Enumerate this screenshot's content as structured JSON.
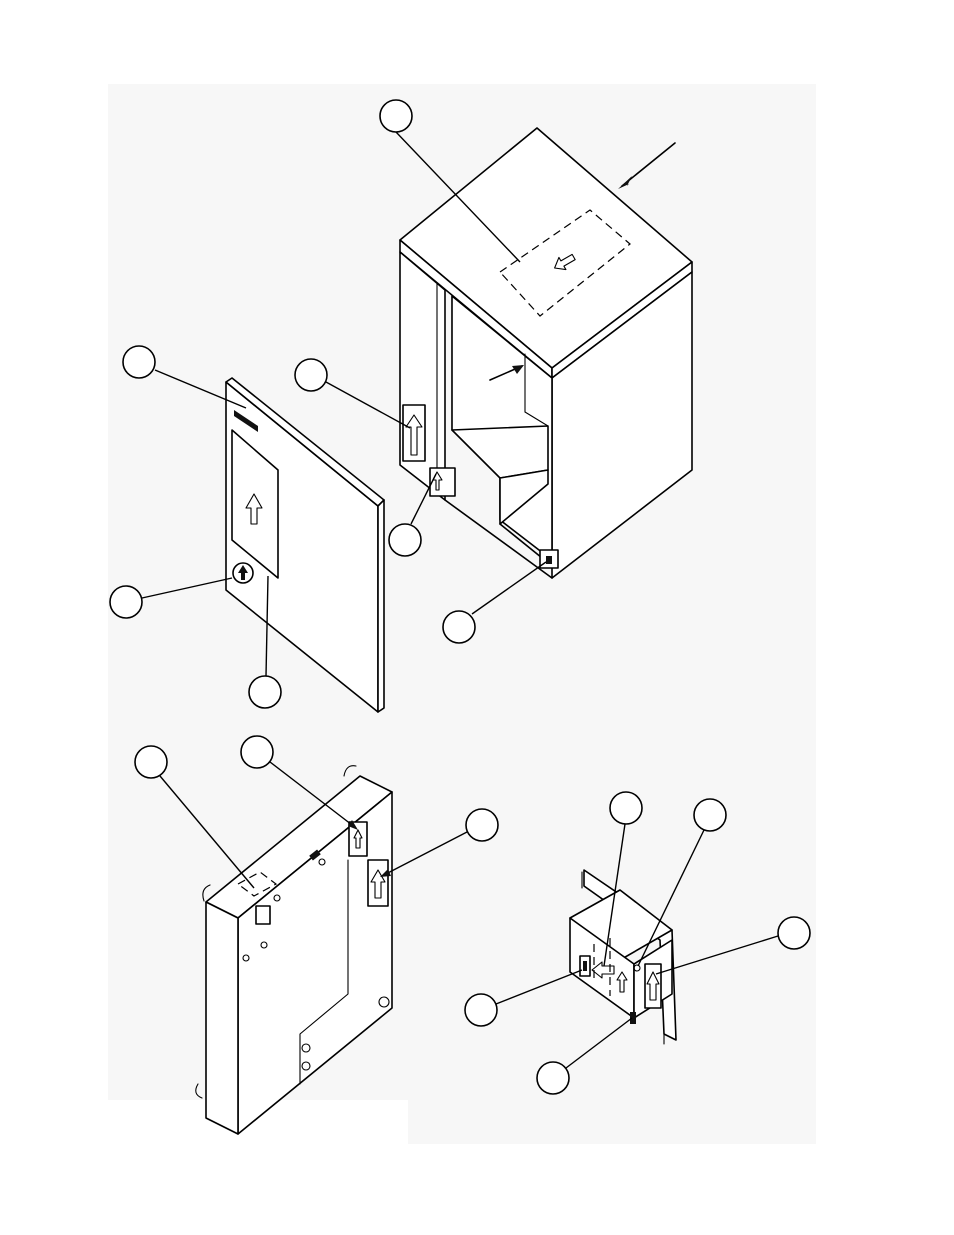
{
  "figure": {
    "description_text": "",
    "callouts": [
      {
        "id": "c-top-label",
        "label": ""
      },
      {
        "id": "c-door-top-label",
        "label": ""
      },
      {
        "id": "c-cabinet-arrow-label",
        "label": ""
      },
      {
        "id": "c-cabinet-small-label",
        "label": ""
      },
      {
        "id": "c-door-round-label",
        "label": ""
      },
      {
        "id": "c-door-panel-label",
        "label": ""
      },
      {
        "id": "c-cabinet-foot-label",
        "label": ""
      },
      {
        "id": "c-side-top-label",
        "label": ""
      },
      {
        "id": "c-side-edge-label",
        "label": ""
      },
      {
        "id": "c-side-panel-label",
        "label": ""
      },
      {
        "id": "c-bin-left-top",
        "label": ""
      },
      {
        "id": "c-bin-right-top",
        "label": ""
      },
      {
        "id": "c-bin-front-label",
        "label": ""
      },
      {
        "id": "c-bin-side-label",
        "label": ""
      },
      {
        "id": "c-bin-bottom-label",
        "label": ""
      }
    ]
  },
  "colors": {
    "line": "#000000",
    "paper": "#ffffff",
    "scan_panel": "#f7f7f7"
  }
}
